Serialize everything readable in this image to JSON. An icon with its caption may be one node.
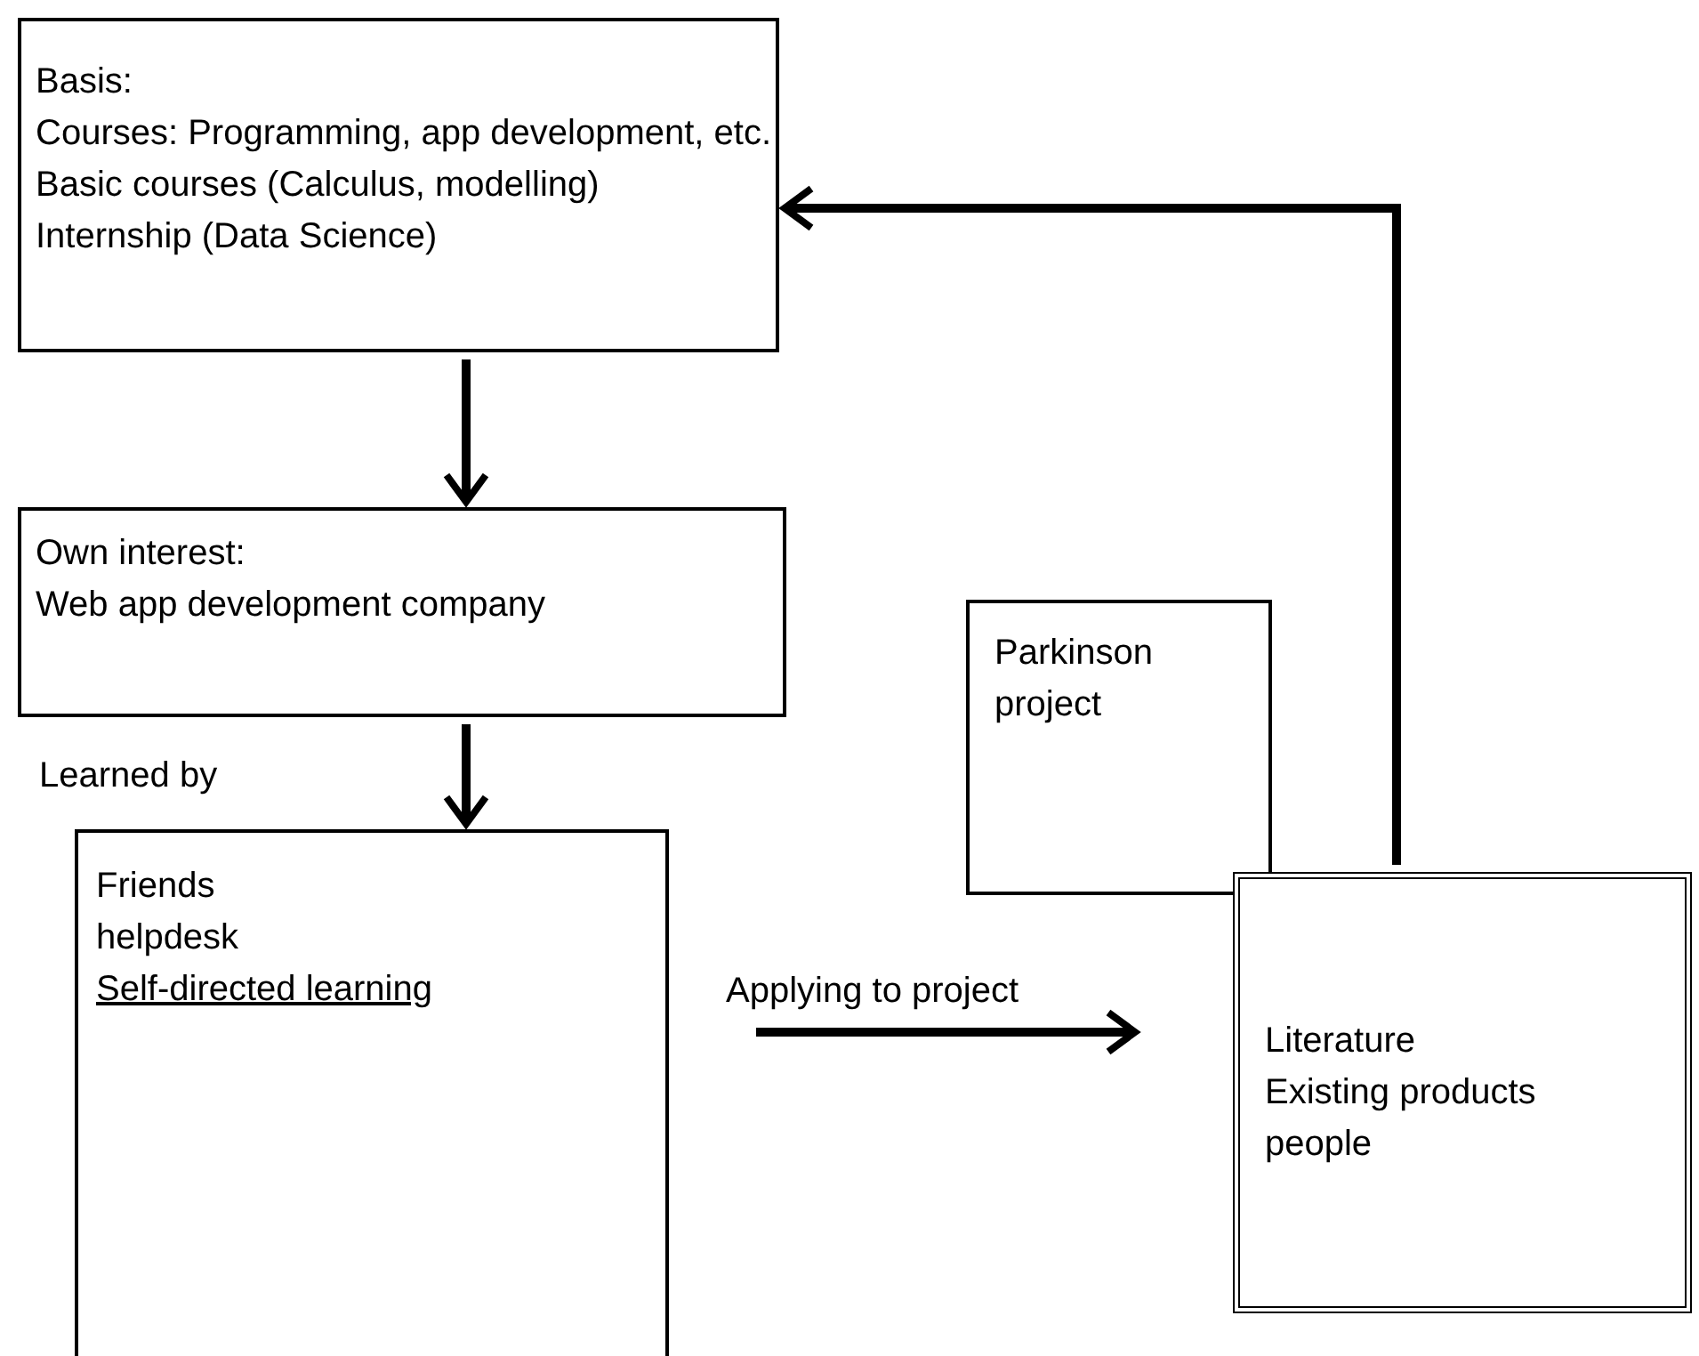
{
  "diagram": {
    "nodes": [
      {
        "text": [
          "Basis:",
          "Courses: Programming, app development, etc.",
          "Basic courses (Calculus, modelling)",
          "Internship (Data Science)"
        ]
      },
      {
        "text": [
          "Own interest:",
          "Web app development company"
        ]
      },
      {
        "text": [
          "Parkinson project"
        ]
      },
      {
        "text": [
          "Learned by",
          "Friends",
          "helpdesk",
          "Self-directed learning"
        ]
      },
      {
        "text": [
          "Literature",
          "Existing products",
          "people"
        ]
      }
    ],
    "edges": [
      {
        "from": 0,
        "to": 1,
        "arrow": "to"
      },
      {
        "from": 1,
        "to": 3,
        "arrow": "to"
      },
      {
        "from": 3,
        "to": 4,
        "arrow": "to",
        "label": "Applying to project"
      },
      {
        "from": 4,
        "to": 0,
        "arrow": "to"
      }
    ]
  }
}
